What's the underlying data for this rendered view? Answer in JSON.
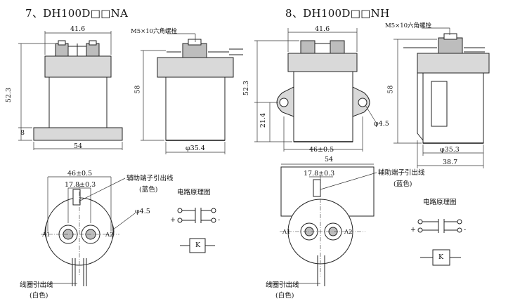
{
  "titles": {
    "left": "7、DH100D□□NA",
    "right": "8、DH100D□□NH"
  },
  "labels": {
    "w_top_left": "41.6",
    "w_top_right": "41.6",
    "bolt_left": "M5×10六角螺栓",
    "bolt_right": "M5×10六角螺栓",
    "h_total_left": "52.3",
    "h_total_right": "52.3",
    "h58_left": "58",
    "h58_right": "58",
    "h_base_left": "8",
    "h_mount_right": "21.4",
    "w_base_left": "54",
    "dia_left": "φ35.4",
    "dia_right": "φ35.3",
    "hole_dia_right": "φ4.5",
    "w_flange_right": "46±0.5",
    "w_side_right": "38.7",
    "bv_hole_span_left": "46±0.5",
    "bv_term_span_left": "17.8±0.3",
    "bv_hole_dia_left": "φ4.5",
    "bv_width_right": "54",
    "bv_term_span_right": "17.8±0.3",
    "aux_lead_left": "辅助端子引出线",
    "aux_color_left": "(蓝色)",
    "aux_lead_right": "辅助端子引出线",
    "aux_color_right": "(蓝色)",
    "coil_lead_left": "线圈引出线",
    "coil_color_left": "(白色)",
    "coil_lead_right": "线圈引出线",
    "coil_color_right": "(白色)",
    "circuit_left": "电路原理图",
    "circuit_right": "电路原理图",
    "plus": "+",
    "minus": "-",
    "coil_k": "K",
    "a1": "A1",
    "a2": "A2"
  }
}
